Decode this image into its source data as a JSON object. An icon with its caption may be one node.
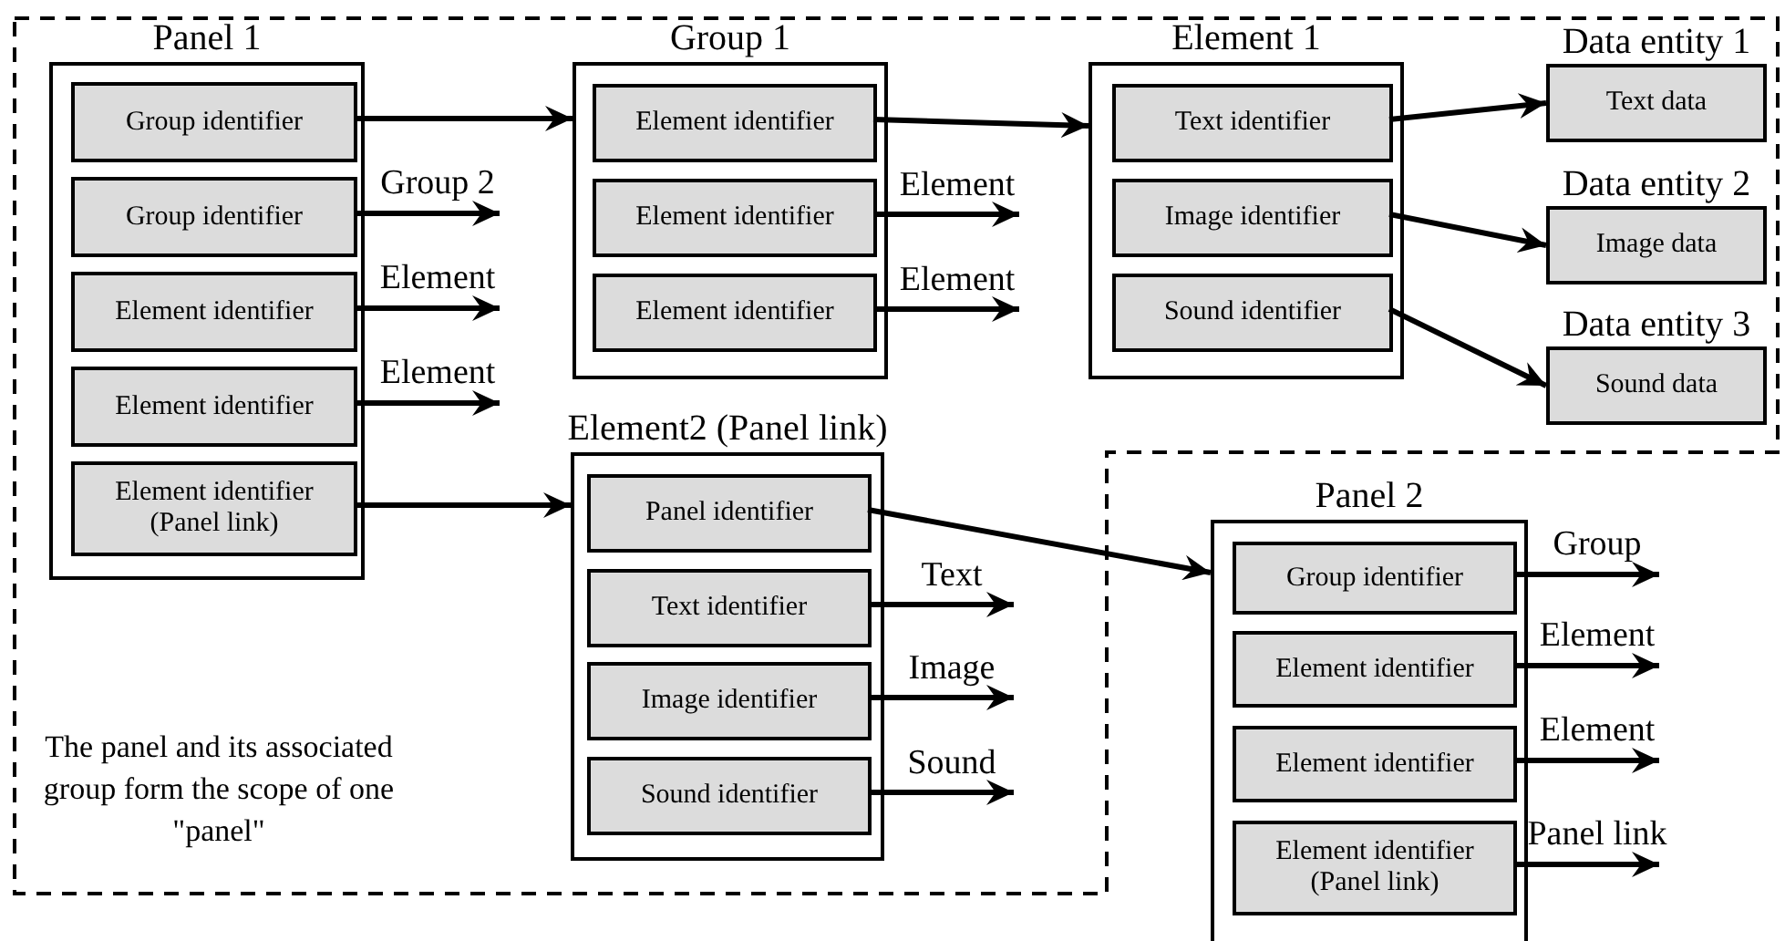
{
  "diagram": {
    "nodes": [
      {
        "text": [
          "The panel and its associated group form the scope of one \"panel\""
        ]
      },
      {
        "text": [
          "Panel 1"
        ],
        "in": 0
      },
      {
        "text": [
          "Group identifier"
        ],
        "in": 1
      },
      {
        "text": [
          "Group identifier"
        ],
        "in": 1
      },
      {
        "text": [
          "Element identifier"
        ],
        "in": 1
      },
      {
        "text": [
          "Element identifier"
        ],
        "in": 1
      },
      {
        "text": [
          "Element identifier (Panel link)"
        ],
        "in": 1
      },
      {
        "text": [
          "Group 1"
        ],
        "in": 0
      },
      {
        "text": [
          "Element identifier"
        ],
        "in": 7
      },
      {
        "text": [
          "Element identifier"
        ],
        "in": 7
      },
      {
        "text": [
          "Element identifier"
        ],
        "in": 7
      },
      {
        "text": [
          "Element 1"
        ],
        "in": 0
      },
      {
        "text": [
          "Text identifier"
        ],
        "in": 11
      },
      {
        "text": [
          "Image identifier"
        ],
        "in": 11
      },
      {
        "text": [
          "Sound identifier"
        ],
        "in": 11
      },
      {
        "text": [
          "Data entity 1",
          "Text data"
        ],
        "in": 0
      },
      {
        "text": [
          "Data entity 2",
          "Image data"
        ],
        "in": 0
      },
      {
        "text": [
          "Data entity 3",
          "Sound data"
        ],
        "in": 0
      },
      {
        "text": [
          "Element2 (Panel link)"
        ],
        "in": 0
      },
      {
        "text": [
          "Panel identifier"
        ],
        "in": 18
      },
      {
        "text": [
          "Text identifier"
        ],
        "in": 18
      },
      {
        "text": [
          "Image identifier"
        ],
        "in": 18
      },
      {
        "text": [
          "Sound identifier"
        ],
        "in": 18
      },
      {
        "text": [
          "Panel 2"
        ]
      },
      {
        "text": [
          "Group identifier"
        ],
        "in": 23
      },
      {
        "text": [
          "Element identifier"
        ],
        "in": 23
      },
      {
        "text": [
          "Element identifier"
        ],
        "in": 23
      },
      {
        "text": [
          "Element identifier (Panel link)"
        ],
        "in": 23
      }
    ],
    "edges": [
      {
        "from": 2,
        "to": 7,
        "arrow": "to"
      },
      {
        "from": 3,
        "to": null,
        "arrow": "to",
        "label": "Group 2"
      },
      {
        "from": 4,
        "to": null,
        "arrow": "to",
        "label": "Element"
      },
      {
        "from": 5,
        "to": null,
        "arrow": "to",
        "label": "Element"
      },
      {
        "from": 6,
        "to": 18,
        "arrow": "to"
      },
      {
        "from": 8,
        "to": 11,
        "arrow": "to"
      },
      {
        "from": 9,
        "to": null,
        "arrow": "to",
        "label": "Element"
      },
      {
        "from": 10,
        "to": null,
        "arrow": "to",
        "label": "Element"
      },
      {
        "from": 12,
        "to": 15,
        "arrow": "to"
      },
      {
        "from": 13,
        "to": 16,
        "arrow": "to"
      },
      {
        "from": 14,
        "to": 17,
        "arrow": "to"
      },
      {
        "from": 19,
        "to": 23,
        "arrow": "to"
      },
      {
        "from": 20,
        "to": null,
        "arrow": "to",
        "label": "Text"
      },
      {
        "from": 21,
        "to": null,
        "arrow": "to",
        "label": "Image"
      },
      {
        "from": 22,
        "to": null,
        "arrow": "to",
        "label": "Sound"
      },
      {
        "from": 24,
        "to": null,
        "arrow": "to",
        "label": "Group"
      },
      {
        "from": 25,
        "to": null,
        "arrow": "to",
        "label": "Element"
      },
      {
        "from": 26,
        "to": null,
        "arrow": "to",
        "label": "Element"
      },
      {
        "from": 27,
        "to": null,
        "arrow": "to",
        "label": "Panel link"
      }
    ]
  }
}
